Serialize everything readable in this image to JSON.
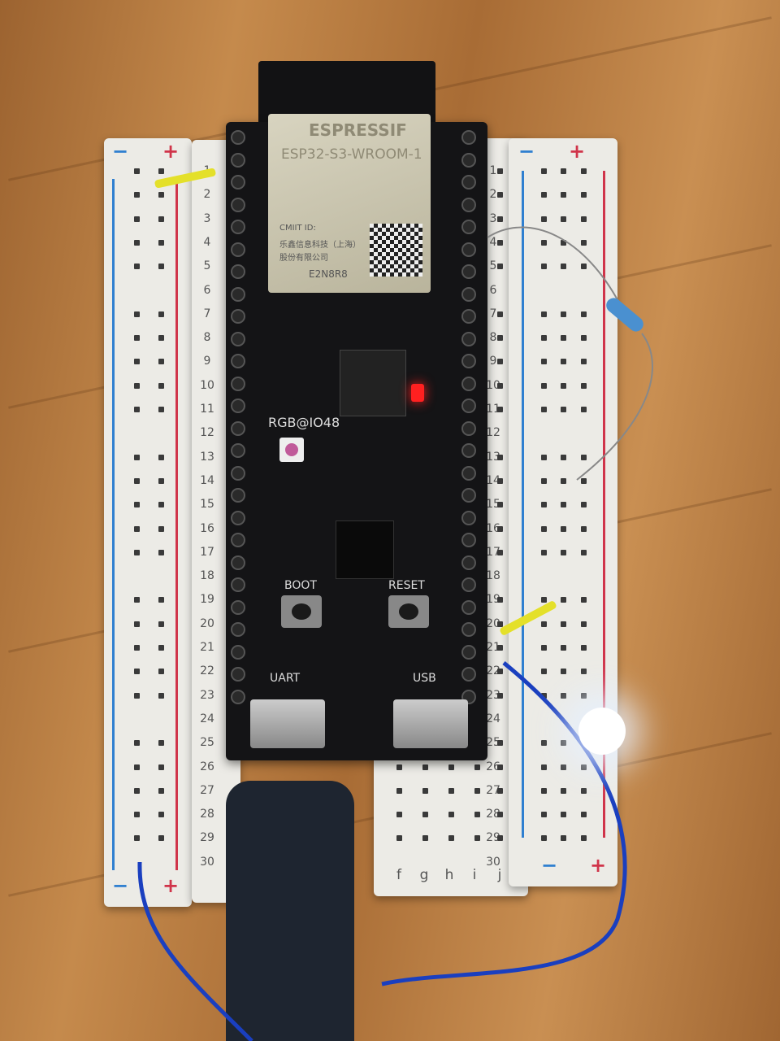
{
  "module": {
    "brand": "ESPRESSIF",
    "model": "ESP32-S3-WROOM-1",
    "cmiit": "CMIIT ID:",
    "maker_line1": "乐鑫信息科技（上海）",
    "maker_line2": "股份有限公司",
    "variant": "E2N8R8"
  },
  "board_labels": {
    "rgb": "RGB@IO48",
    "boot": "BOOT",
    "reset": "RESET",
    "uart": "UART",
    "usb": "USB"
  },
  "breadboard": {
    "rows": [
      "1",
      "2",
      "3",
      "4",
      "5",
      "6",
      "7",
      "8",
      "9",
      "10",
      "11",
      "12",
      "13",
      "14",
      "15",
      "16",
      "17",
      "18",
      "19",
      "20",
      "21",
      "22",
      "23",
      "24",
      "25",
      "26",
      "27",
      "28",
      "29",
      "30"
    ],
    "columns": [
      "f",
      "g",
      "h",
      "i",
      "j"
    ],
    "minus": "−",
    "plus": "+"
  },
  "colors": {
    "rail_red": "#d0344a",
    "rail_blue": "#2f7fd0",
    "led_on": "#ffffff",
    "power_led": "#ff2020"
  }
}
